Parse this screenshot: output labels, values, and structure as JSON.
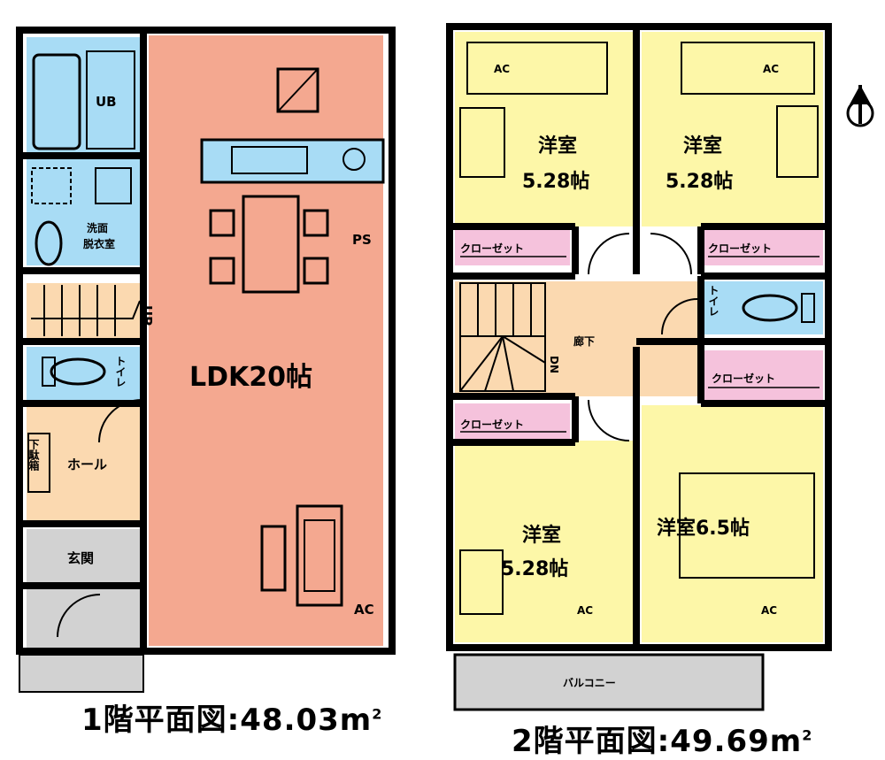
{
  "floor1": {
    "caption": "1階平面図:48.03m",
    "caption_sup": "2",
    "rooms": {
      "ub": "UB",
      "washroom_1": "洗面",
      "washroom_2": "脱衣室",
      "ldk": "LDK20帖",
      "ps": "PS",
      "up": "UP",
      "toilet": "トイレ",
      "hall": "ホール",
      "shoe_storage": "下駄箱",
      "entrance": "玄関",
      "ac": "AC"
    }
  },
  "floor2": {
    "caption": "2階平面図:49.69m",
    "caption_sup": "2",
    "rooms": {
      "western_nw_name": "洋室",
      "western_nw_size": "5.28帖",
      "western_ne_name": "洋室",
      "western_ne_size": "5.28帖",
      "western_sw_name": "洋室",
      "western_sw_size": "5.28帖",
      "western_se": "洋室6.5帖",
      "closet": "クローゼット",
      "hallway": "廊下",
      "dn": "DN",
      "toilet": "トイレ",
      "balcony": "バルコニー",
      "ac": "AC"
    }
  },
  "colors": {
    "ldk": "#f4a890",
    "western": "#fdf7a8",
    "wet": "#a8dcf5",
    "hall": "#fbd9b0",
    "closet": "#f5c2dc",
    "gray": "#d2d2d2",
    "wall": "#000000"
  }
}
